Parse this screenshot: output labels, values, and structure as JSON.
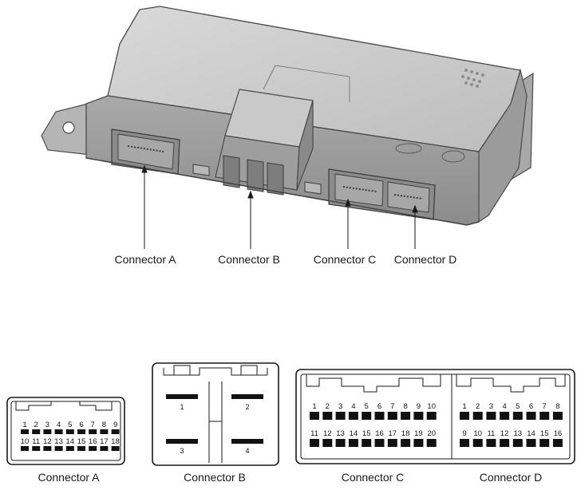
{
  "labels": {
    "a": "Connector A",
    "b": "Connector B",
    "c": "Connector C",
    "d": "Connector D"
  },
  "connector_a": {
    "top_pins": [
      "1",
      "2",
      "3",
      "4",
      "5",
      "6",
      "7",
      "8",
      "9"
    ],
    "bottom_pins": [
      "10",
      "11",
      "12",
      "13",
      "14",
      "15",
      "16",
      "17",
      "18"
    ]
  },
  "connector_b": {
    "pins": [
      "1",
      "2",
      "3",
      "4"
    ]
  },
  "connector_c": {
    "top_pins": [
      "1",
      "2",
      "3",
      "4",
      "5",
      "6",
      "7",
      "8",
      "9",
      "10"
    ],
    "bottom_pins": [
      "11",
      "12",
      "13",
      "14",
      "15",
      "16",
      "17",
      "18",
      "19",
      "20"
    ]
  },
  "connector_d": {
    "top_pins": [
      "1",
      "2",
      "3",
      "4",
      "5",
      "6",
      "7",
      "8"
    ],
    "bottom_pins": [
      "9",
      "10",
      "11",
      "12",
      "13",
      "14",
      "15",
      "16"
    ]
  }
}
